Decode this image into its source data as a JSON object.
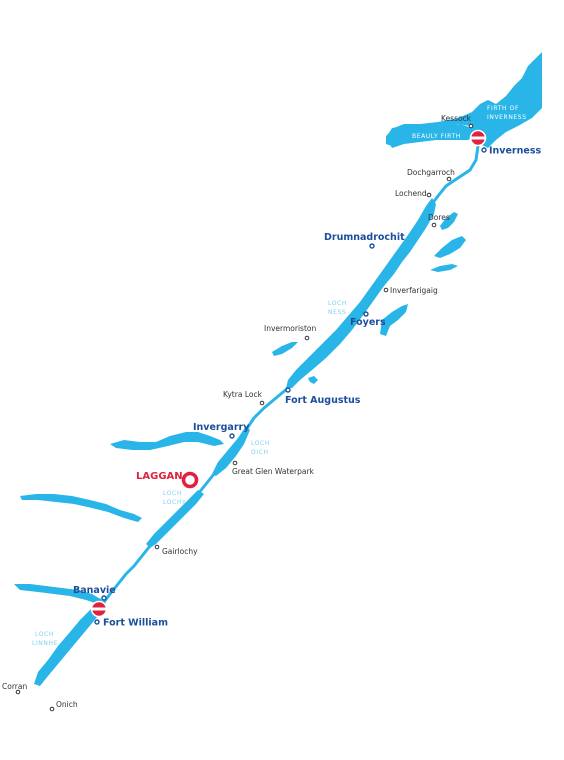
{
  "colors": {
    "water": "#29b5e8",
    "major_label": "#1b4f9c",
    "highlight": "#e0213f",
    "small_label": "#333333",
    "marker_red": "#e0213f"
  },
  "bases": [
    {
      "name": "Inverness",
      "icon": "base-flag-icon"
    },
    {
      "name": "Fort William",
      "icon": "base-flag-icon"
    }
  ],
  "highlight": {
    "name": "LAGGAN",
    "icon": "ring-marker-icon"
  },
  "major_places": [
    "Inverness",
    "Drumnadrochit",
    "Foyers",
    "Fort Augustus",
    "Invergarry",
    "Banavie",
    "Fort William"
  ],
  "minor_places": [
    "Kessock",
    "Dochgarroch",
    "Lochend",
    "Dores",
    "Inverfarigaig",
    "Invermoriston",
    "Kytra Lock",
    "Great Glen Waterpark",
    "Gairlochy",
    "Corran",
    "Onich"
  ],
  "water_labels": {
    "firth_of_inverness": [
      "FIRTH OF",
      "INVERNESS"
    ],
    "beauly_firth": "BEAULY FIRTH",
    "loch_ness": [
      "LOCH",
      "NESS"
    ],
    "loch_oich": [
      "LOCH",
      "OICH"
    ],
    "loch_lochy": [
      "LOCH",
      "LOCHY"
    ],
    "loch_linnhe": [
      "LOCH",
      "LINNHE"
    ]
  }
}
